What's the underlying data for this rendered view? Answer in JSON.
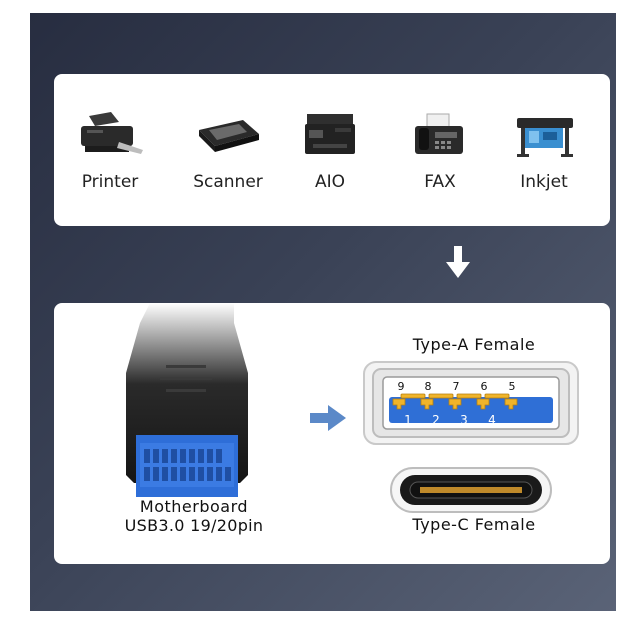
{
  "devices": [
    {
      "label": "Printer",
      "icon": "printer-icon"
    },
    {
      "label": "Scanner",
      "icon": "scanner-icon"
    },
    {
      "label": "AIO",
      "icon": "aio-printer-icon"
    },
    {
      "label": "FAX",
      "icon": "fax-icon"
    },
    {
      "label": "Inkjet",
      "icon": "inkjet-plotter-icon"
    }
  ],
  "connector": {
    "label_line1": "Motherboard",
    "label_line2": "USB3.0 19/20pin"
  },
  "type_a": {
    "title": "Type-A Female",
    "top_pins": [
      "9",
      "8",
      "7",
      "6",
      "5"
    ],
    "bottom_pins": [
      "1",
      "2",
      "3",
      "4"
    ]
  },
  "type_c": {
    "title": "Type-C Female"
  },
  "colors": {
    "background": "#363d52",
    "card": "#ffffff",
    "usb_blue": "#2f6fd6",
    "pin_gold": "#f0b42a",
    "arrow_blue": "#5b89c8"
  }
}
